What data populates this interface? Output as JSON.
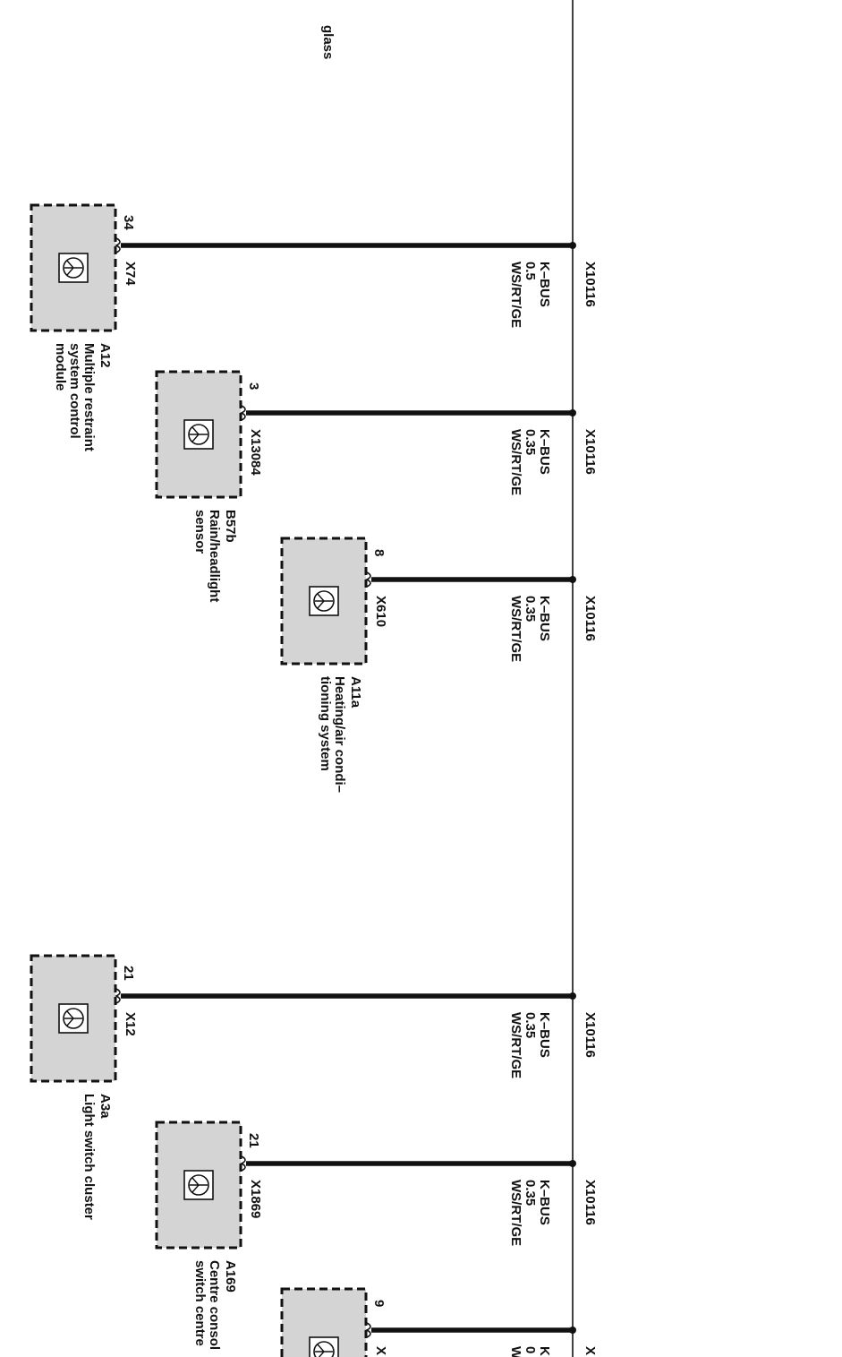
{
  "top_fragment": {
    "text": "glass"
  },
  "bus_line": {
    "label": "K–BUS"
  },
  "branches": [
    {
      "pin": "34",
      "connector": "X74",
      "splice": "X10116",
      "bus": "K–BUS",
      "gauge": "0.5",
      "colour": "WS/RT/GE",
      "code": "A12",
      "desc": [
        "Multiple restraint",
        "system control",
        "module"
      ]
    },
    {
      "pin": "3",
      "connector": "X13084",
      "splice": "X10116",
      "bus": "K–BUS",
      "gauge": "0.35",
      "colour": "WS/RT/GE",
      "code": "B57b",
      "desc": [
        "Rain/headlight",
        "sensor"
      ]
    },
    {
      "pin": "8",
      "connector": "X610",
      "splice": "X10116",
      "bus": "K–BUS",
      "gauge": "0.35",
      "colour": "WS/RT/GE",
      "code": "A11a",
      "desc": [
        "Heating/air condi–",
        "tioning system"
      ]
    },
    {
      "pin": "21",
      "connector": "X12",
      "splice": "X10116",
      "bus": "K–BUS",
      "gauge": "0.35",
      "colour": "WS/RT/GE",
      "code": "A3a",
      "desc": [
        "Light switch cluster"
      ]
    },
    {
      "pin": "21",
      "connector": "X1869",
      "splice": "X10116",
      "bus": "K–BUS",
      "gauge": "0.35",
      "colour": "WS/RT/GE",
      "code": "A169",
      "desc": [
        "Centre consol",
        "switch centre"
      ]
    },
    {
      "pin": "9",
      "connector": "X",
      "splice": "X",
      "bus": "K",
      "gauge": "0",
      "colour": "W",
      "code": "",
      "desc": []
    }
  ],
  "colors": {
    "ink": "#111111",
    "module_fill": "#d4d4d4",
    "background": "#ffffff"
  },
  "icons": {
    "module_symbol": "bus-module-icon"
  }
}
